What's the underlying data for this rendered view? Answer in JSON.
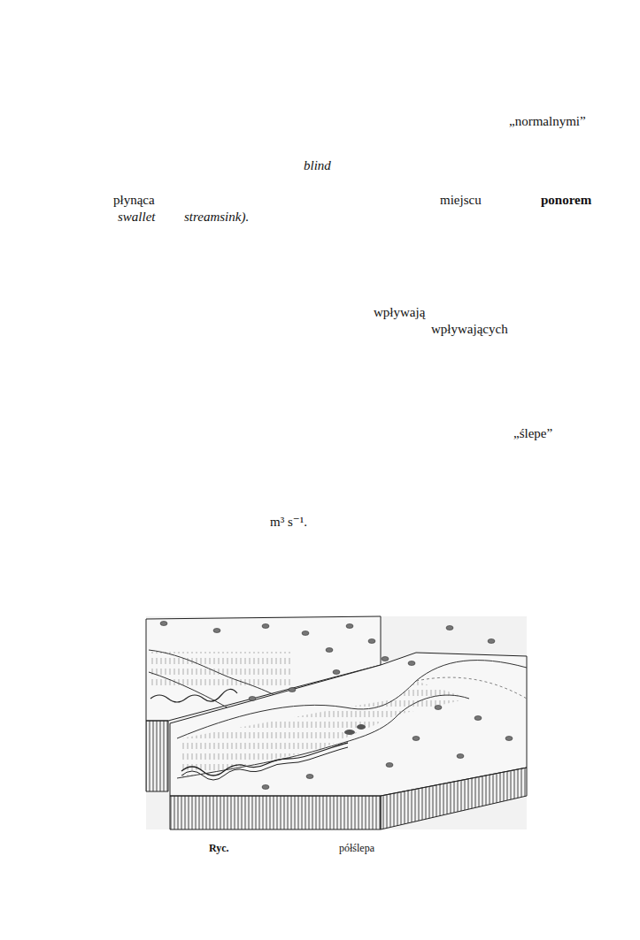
{
  "diagram": {
    "labels": [
      "„normalnymi”",
      "blind",
      "płynąca",
      "miejscu",
      "ponorem",
      "swallet",
      "streamsink).",
      "wpływają",
      "wpływających",
      "„ślepe”",
      "m³ s⁻¹.",
      "Ryc.",
      "półślepa"
    ]
  }
}
